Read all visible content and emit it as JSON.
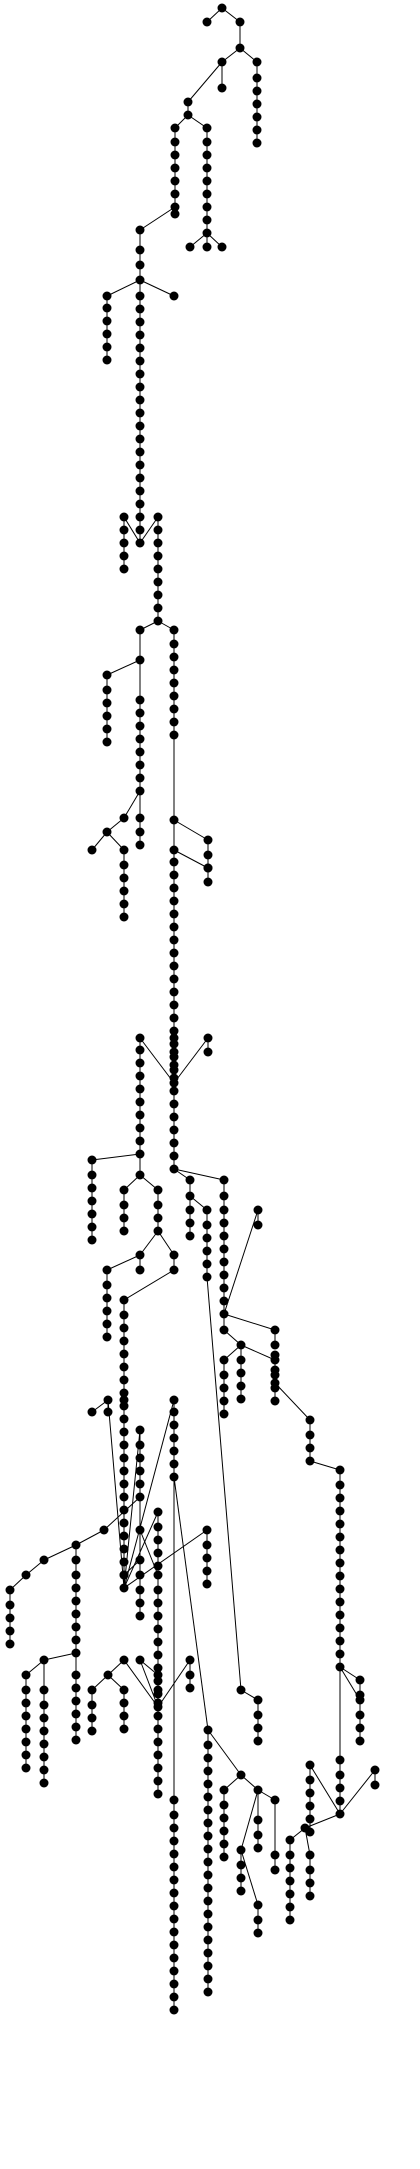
{
  "diagram": {
    "type": "tree",
    "node_color": "#000000",
    "edge_color": "#000000",
    "background": "#ffffff",
    "nodes": [
      {
        "id": "n0"
      },
      {
        "id": "n1"
      },
      {
        "id": "n2"
      },
      {
        "id": "n3"
      },
      {
        "id": "n4"
      },
      {
        "id": "n5"
      }
    ]
  }
}
